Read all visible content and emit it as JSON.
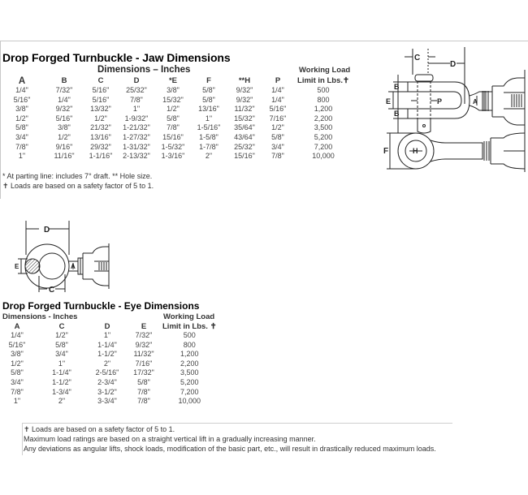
{
  "jaw": {
    "title": "Drop Forged Turnbuckle - Jaw Dimensions",
    "subtitle": "Dimensions – Inches",
    "load_header_line1": "Working Load",
    "columns": [
      "A",
      "B",
      "C",
      "D",
      "*E",
      "F",
      "**H",
      "P",
      "Limit in Lbs.✝"
    ],
    "rows": [
      [
        "1/4\"",
        "7/32\"",
        "5/16\"",
        "25/32\"",
        "3/8\"",
        "5/8\"",
        "9/32\"",
        "1/4\"",
        "500"
      ],
      [
        "5/16\"",
        "1/4\"",
        "5/16\"",
        "7/8\"",
        "15/32\"",
        "5/8\"",
        "9/32\"",
        "1/4\"",
        "800"
      ],
      [
        "3/8\"",
        "9/32\"",
        "13/32\"",
        "1\"",
        "1/2\"",
        "13/16\"",
        "11/32\"",
        "5/16\"",
        "1,200"
      ],
      [
        "1/2\"",
        "5/16\"",
        "1/2\"",
        "1-9/32\"",
        "5/8\"",
        "1\"",
        "15/32\"",
        "7/16\"",
        "2,200"
      ],
      [
        "5/8\"",
        "3/8\"",
        "21/32\"",
        "1-21/32\"",
        "7/8\"",
        "1-5/16\"",
        "35/64\"",
        "1/2\"",
        "3,500"
      ],
      [
        "3/4\"",
        "1/2\"",
        "13/16\"",
        "1-27/32\"",
        "15/16\"",
        "1-5/8\"",
        "43/64\"",
        "5/8\"",
        "5,200"
      ],
      [
        "7/8\"",
        "9/16\"",
        "29/32\"",
        "1-31/32\"",
        "1-5/32\"",
        "1-7/8\"",
        "25/32\"",
        "3/4\"",
        "7,200"
      ],
      [
        "1\"",
        "11/16\"",
        "1-1/16\"",
        "2-13/32\"",
        "1-3/16\"",
        "2\"",
        "15/16\"",
        "7/8\"",
        "10,000"
      ]
    ],
    "footnote1": "* At parting line: includes 7° draft. ** Hole size.",
    "footnote2": "✝ Loads are based on a safety factor of 5 to 1.",
    "diagram_labels": {
      "C": "C",
      "D": "D",
      "B": "B",
      "E": "E",
      "P": "P",
      "A": "A",
      "F": "F",
      "H": "H"
    }
  },
  "eye": {
    "title": "Drop Forged Turnbuckle - Eye Dimensions",
    "subtitle": "Dimensions - Inches",
    "load_header_line1": "Working Load",
    "columns": [
      "A",
      "C",
      "D",
      "E",
      "Limit in Lbs. ✝"
    ],
    "rows": [
      [
        "1/4\"",
        "1/2\"",
        "1\"",
        "7/32\"",
        "500"
      ],
      [
        "5/16\"",
        "5/8\"",
        "1-1/4\"",
        "9/32\"",
        "800"
      ],
      [
        "3/8\"",
        "3/4\"",
        "1-1/2\"",
        "11/32\"",
        "1,200"
      ],
      [
        "1/2\"",
        "1\"",
        "2\"",
        "7/16\"",
        "2,200"
      ],
      [
        "5/8\"",
        "1-1/4\"",
        "2-5/16\"",
        "17/32\"",
        "3,500"
      ],
      [
        "3/4\"",
        "1-1/2\"",
        "2-3/4\"",
        "5/8\"",
        "5,200"
      ],
      [
        "7/8\"",
        "1-3/4\"",
        "3-1/2\"",
        "7/8\"",
        "7,200"
      ],
      [
        "1\"",
        "2\"",
        "3-3/4\"",
        "7/8\"",
        "10,000"
      ]
    ],
    "diagram_labels": {
      "D": "D",
      "E": "E",
      "A": "A",
      "C": "C"
    }
  },
  "notes": [
    "✝ Loads are based on a safety factor of 5 to 1.",
    "Maximum load ratings are based on a straight vertical lift in a gradually increasing manner.",
    "Any deviations as angular lifts, shock loads, modification of the basic part, etc., will result in drastically reduced maximum loads."
  ]
}
